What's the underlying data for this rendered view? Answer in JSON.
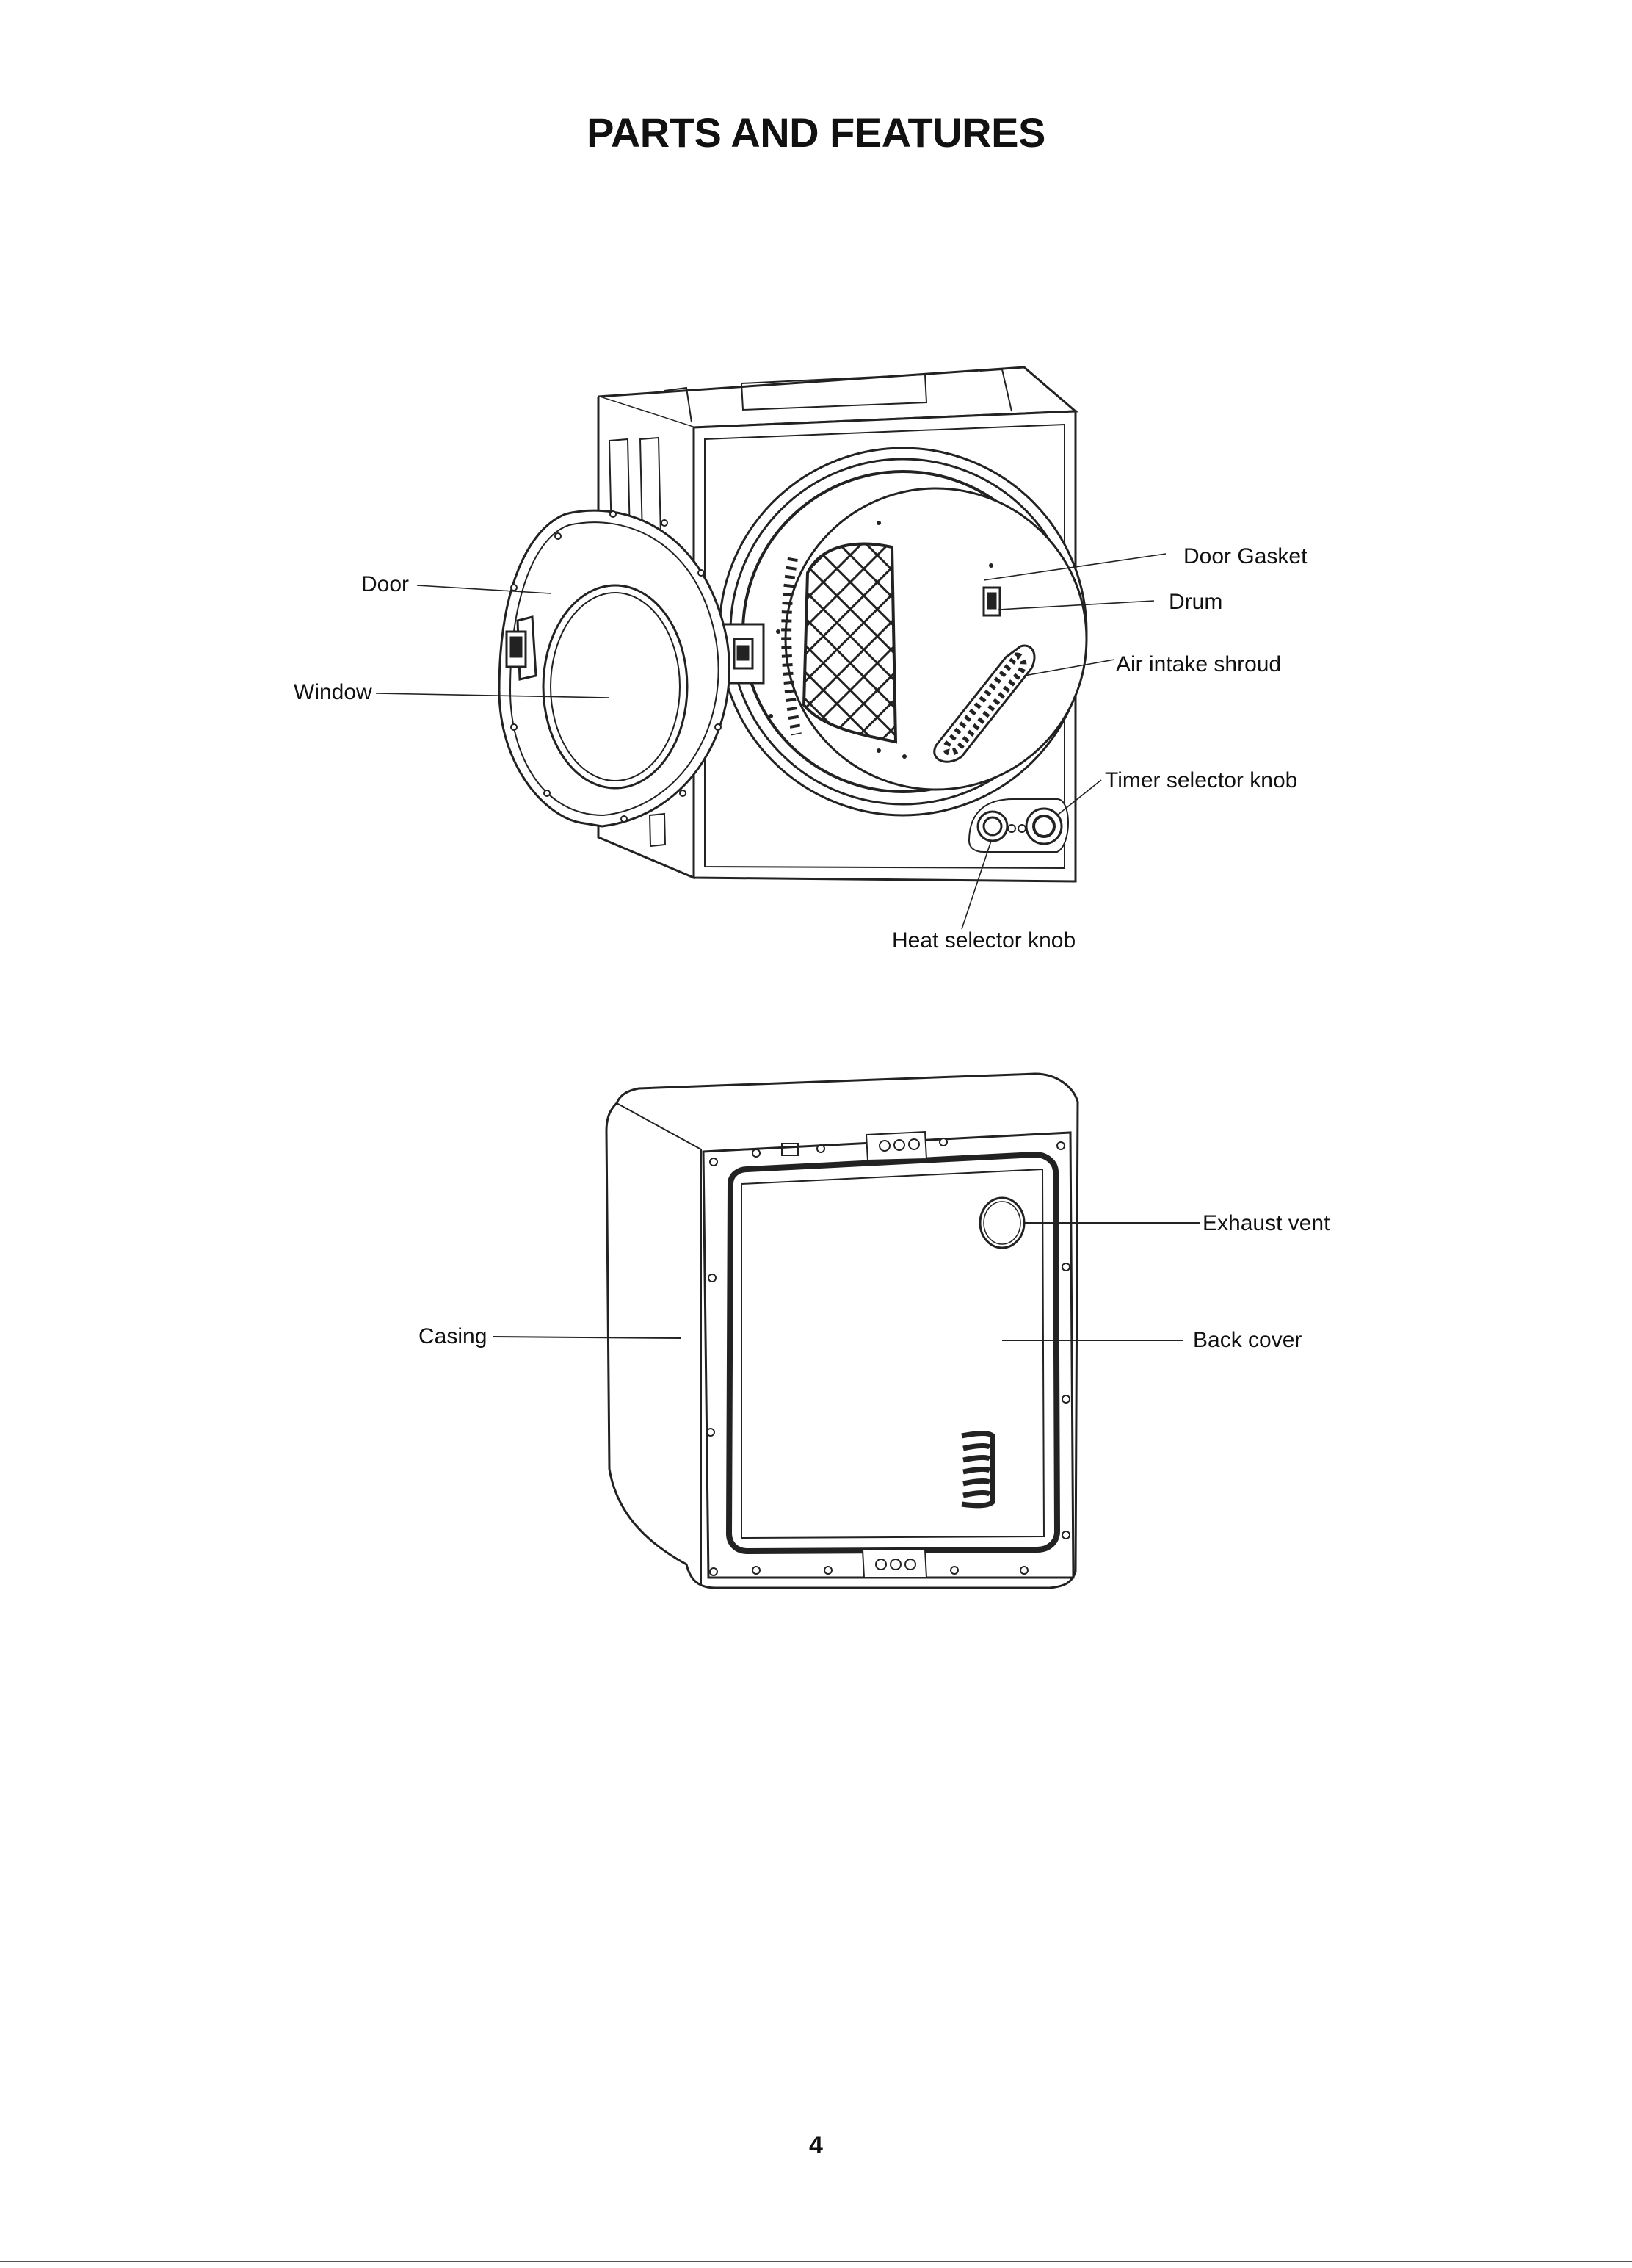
{
  "page": {
    "title": "PARTS AND FEATURES",
    "page_number": "4"
  },
  "front_view": {
    "labels": {
      "door": "Door",
      "window": "Window",
      "door_gasket": "Door Gasket",
      "drum": "Drum",
      "air_intake_shroud": "Air intake shroud",
      "timer_selector_knob": "Timer selector knob",
      "heat_selector_knob": "Heat selector knob"
    }
  },
  "back_view": {
    "labels": {
      "casing": "Casing",
      "exhaust_vent": "Exhaust vent",
      "back_cover": "Back cover"
    }
  }
}
